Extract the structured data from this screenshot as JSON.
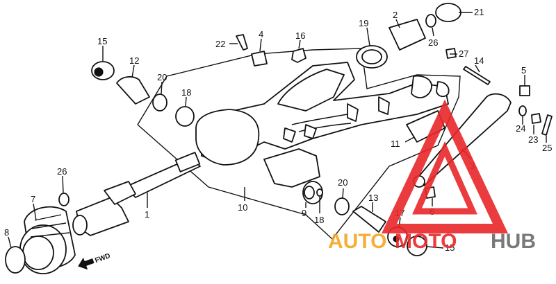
{
  "callouts": {
    "c1": "1",
    "c2": "2",
    "c3": "3",
    "c4": "4",
    "c5": "5",
    "c6": "6",
    "c7": "7",
    "c8": "8",
    "c9": "9",
    "c10": "10",
    "c11": "11",
    "c12": "12",
    "c13": "13",
    "c14": "14",
    "c15a": "15",
    "c15b": "15",
    "c16": "16",
    "c17": "17",
    "c18a": "18",
    "c18b": "18",
    "c19": "19",
    "c20a": "20",
    "c20b": "20",
    "c21": "21",
    "c22": "22",
    "c23": "23",
    "c24": "24",
    "c25": "25",
    "c26a": "26",
    "c26b": "26",
    "c27": "27"
  },
  "direction_label": "FWD",
  "watermark": {
    "part1": "AUTO",
    "part2": "MOTO",
    "part3": "HUB"
  },
  "colors": {
    "line": "#111111",
    "watermark_orange": "#f5a623",
    "watermark_red": "#e8262a",
    "watermark_gray": "#6b6b6b"
  }
}
